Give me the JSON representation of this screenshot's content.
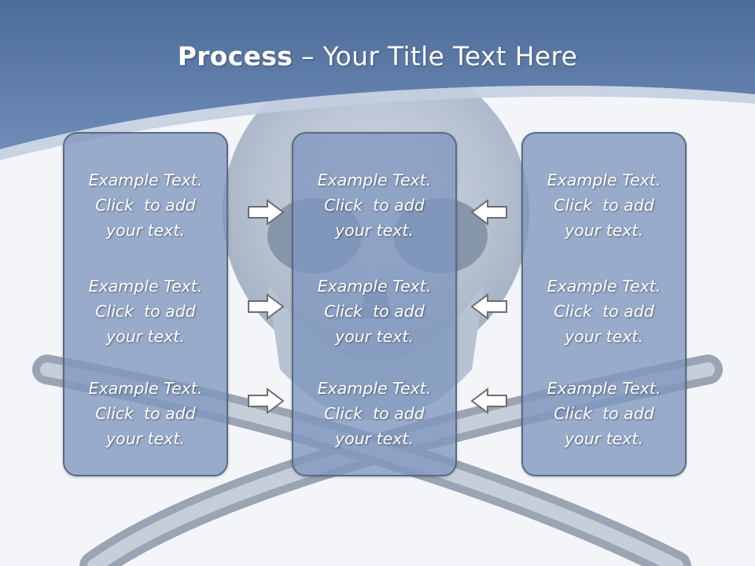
{
  "slide": {
    "title_bold": "Process",
    "title_rest": " – Your Title Text Here",
    "colors": {
      "header": "#5b7aa8",
      "box_fill": "#8aa2c6",
      "box_border": "#5a6a86",
      "text": "#ffffff",
      "arrow_fill": "#ffffff",
      "arrow_stroke": "#6d6d6d"
    }
  },
  "columns": [
    {
      "items": [
        {
          "line1": "Example Text.",
          "line2": "Click  to add",
          "line3": "your text."
        },
        {
          "line1": "Example Text.",
          "line2": "Click  to add",
          "line3": "your text."
        },
        {
          "line1": "Example Text.",
          "line2": "Click  to add",
          "line3": "your text."
        }
      ]
    },
    {
      "items": [
        {
          "line1": "Example Text.",
          "line2": "Click  to add",
          "line3": "your text."
        },
        {
          "line1": "Example Text.",
          "line2": "Click  to add",
          "line3": "your text."
        },
        {
          "line1": "Example Text.",
          "line2": "Click  to add",
          "line3": "your text."
        }
      ]
    },
    {
      "items": [
        {
          "line1": "Example Text.",
          "line2": "Click  to add",
          "line3": "your text."
        },
        {
          "line1": "Example Text.",
          "line2": "Click  to add",
          "line3": "your text."
        },
        {
          "line1": "Example Text.",
          "line2": "Click  to add",
          "line3": "your text."
        }
      ]
    }
  ],
  "arrows": {
    "left_to_center": "right-arrow-icon",
    "right_to_center": "left-arrow-icon"
  }
}
